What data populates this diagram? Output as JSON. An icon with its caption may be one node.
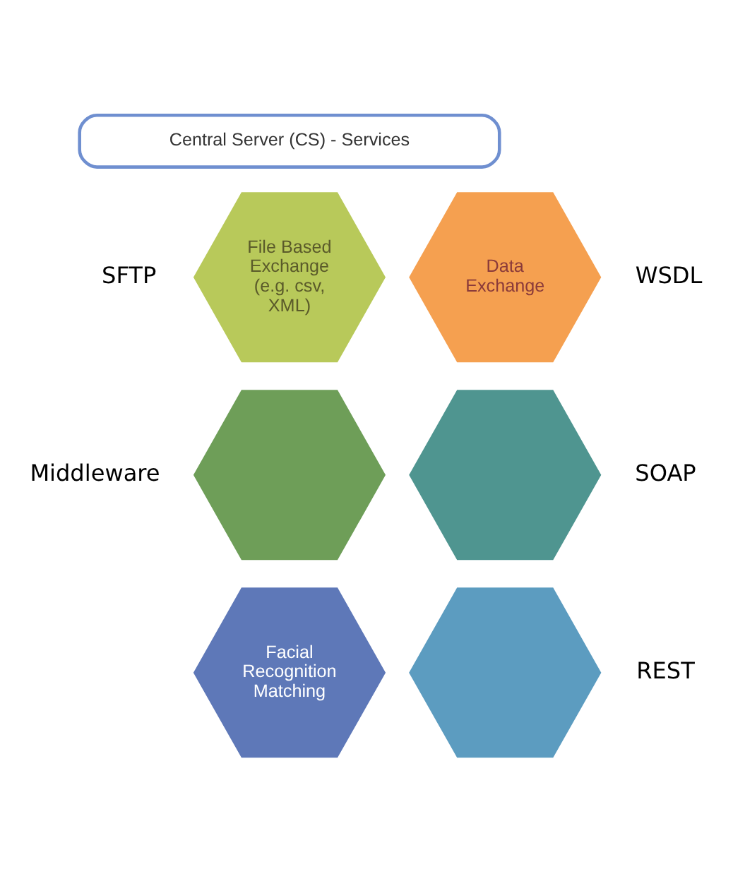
{
  "diagram": {
    "nodes": [
      {
        "text": [
          "Central Server (CS) - Services"
        ]
      },
      {
        "text": [
          "File Based Exchange (e.g. csv, XML)"
        ],
        "beside": [
          "SFTP"
        ]
      },
      {
        "text": [
          "Data Exchange"
        ],
        "beside": [
          "WSDL"
        ]
      },
      {
        "text": [],
        "shape": "hexagon",
        "beside": [
          "Middleware"
        ]
      },
      {
        "text": [],
        "shape": "hexagon",
        "beside": [
          "SOAP"
        ]
      },
      {
        "text": [
          "Facial Recognition Matching"
        ]
      },
      {
        "text": [],
        "shape": "hexagon",
        "beside": [
          "REST"
        ]
      }
    ]
  }
}
